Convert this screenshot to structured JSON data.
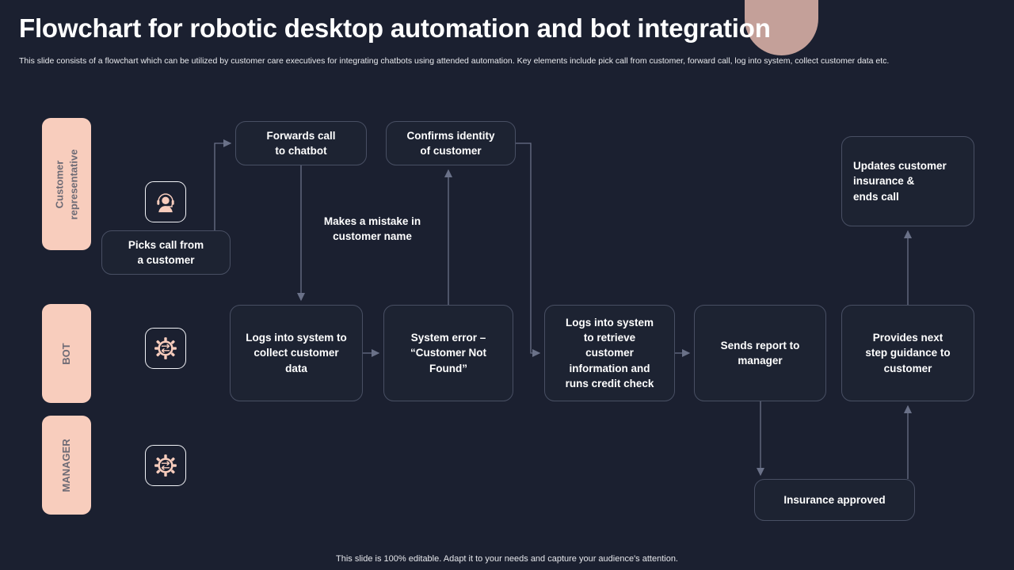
{
  "slide": {
    "title": "Flowchart for robotic desktop automation and bot integration",
    "subtitle": "This slide consists of a flowchart which can be utilized by customer care executives for integrating chatbots using attended automation. Key elements include pick call from customer, forward call, log into system, collect customer data etc.",
    "footer": "This slide is 100% editable. Adapt it to your needs and capture your audience's attention.",
    "colors": {
      "background": "#1b2030",
      "lane_fill": "#f8cdbd",
      "lane_text": "#6e6b75",
      "node_border": "#484f63",
      "node_fill": "#1d2332",
      "node_text": "#ffffff",
      "accent_blob": "#c4a099",
      "connector": "#6a7188"
    }
  },
  "lanes": [
    {
      "id": "customer-representative",
      "label": "Customer\nrepresentative",
      "label_line1": "Customer",
      "label_line2": "representative"
    },
    {
      "id": "bot",
      "label": "BOT"
    },
    {
      "id": "manager",
      "label": "MANAGER"
    }
  ],
  "icons": [
    {
      "id": "agent-headset-icon",
      "lane": "customer-representative"
    },
    {
      "id": "bot-gear-icon",
      "lane": "bot"
    },
    {
      "id": "manager-gear-icon",
      "lane": "manager"
    }
  ],
  "nodes": [
    {
      "id": "picks-call",
      "text": "Picks call from\na customer",
      "line1": "Picks call from",
      "line2": "a customer"
    },
    {
      "id": "forwards-call",
      "text": "Forwards call\nto chatbot",
      "line1": "Forwards call",
      "line2": "to chatbot"
    },
    {
      "id": "confirms-identity",
      "text": "Confirms identity\nof customer",
      "line1": "Confirms identity",
      "line2": "of customer"
    },
    {
      "id": "logs-collect",
      "text": "Logs into system to\ncollect customer\ndata"
    },
    {
      "id": "system-error",
      "text": "System error –\n“Customer Not\nFound”"
    },
    {
      "id": "logs-retrieve",
      "text": "Logs into system\nto retrieve\ncustomer\ninformation and\nruns credit check"
    },
    {
      "id": "sends-report",
      "text": "Sends report to\nmanager"
    },
    {
      "id": "provides-guidance",
      "text": "Provides next\nstep guidance to\ncustomer"
    },
    {
      "id": "updates-insurance",
      "text": "Updates customer\ninsurance &\nends call"
    },
    {
      "id": "insurance-approved",
      "text": "Insurance approved"
    }
  ],
  "edge_labels": [
    {
      "id": "makes-a-mistake",
      "text": "Makes a mistake in\ncustomer name"
    }
  ],
  "connections": [
    {
      "from": "picks-call",
      "to": "forwards-call"
    },
    {
      "from": "forwards-call",
      "to": "logs-collect"
    },
    {
      "from": "logs-collect",
      "to": "system-error"
    },
    {
      "from": "system-error",
      "to": "confirms-identity"
    },
    {
      "from": "confirms-identity",
      "to": "logs-retrieve"
    },
    {
      "from": "logs-retrieve",
      "to": "sends-report"
    },
    {
      "from": "sends-report",
      "to": "insurance-approved"
    },
    {
      "from": "insurance-approved",
      "to": "provides-guidance"
    },
    {
      "from": "provides-guidance",
      "to": "updates-insurance"
    }
  ]
}
